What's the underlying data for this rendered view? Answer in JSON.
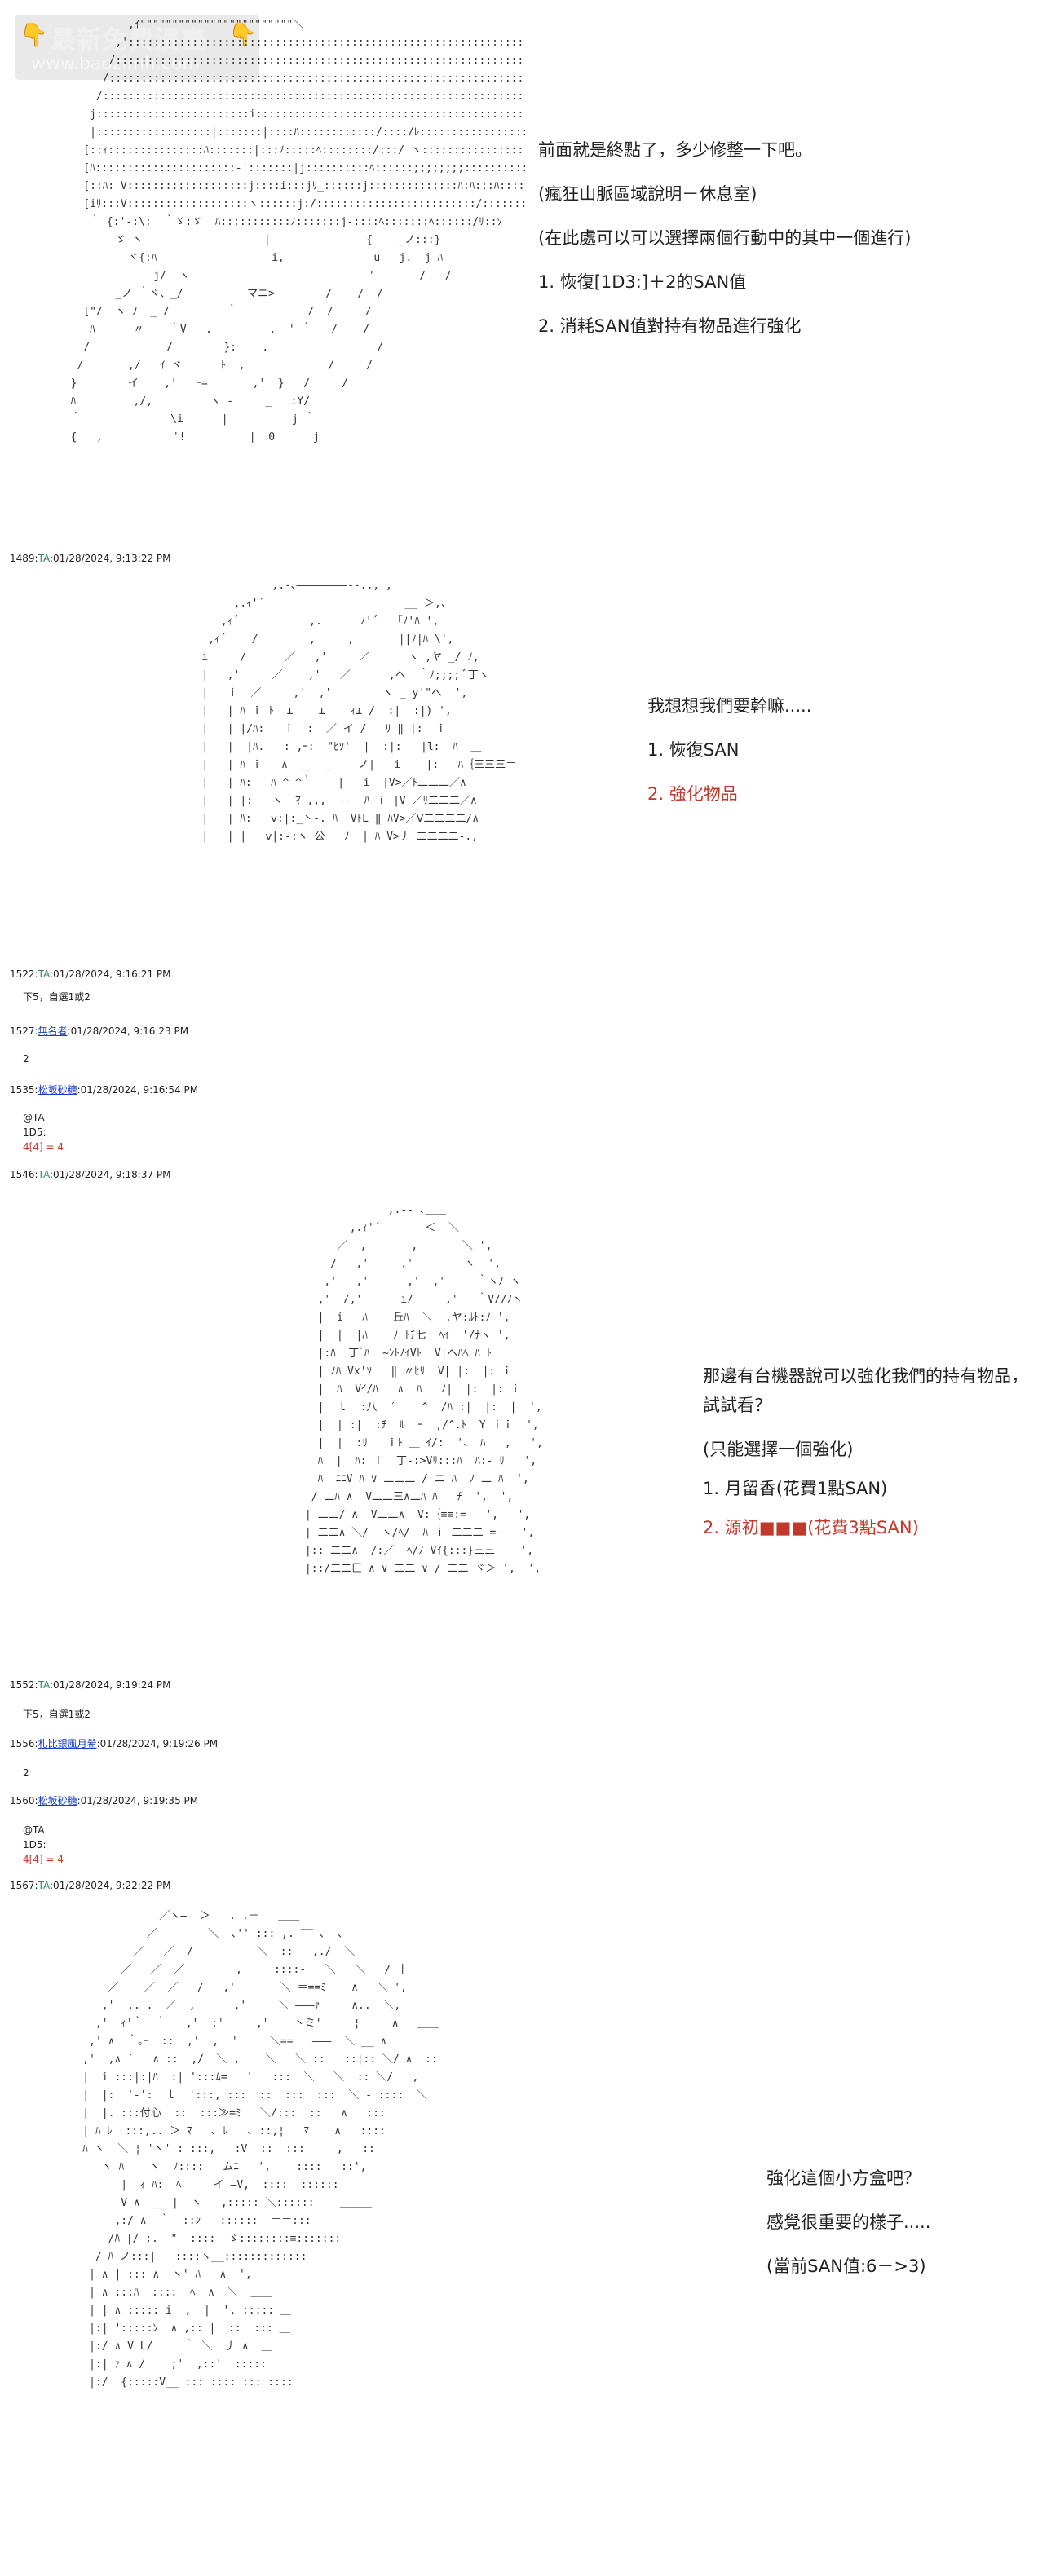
{
  "watermark": {
    "title": "最新免費漫畫",
    "url": "www.baozimh.com",
    "hand_icon": "👇"
  },
  "panels": [
    {
      "dialog": [
        {
          "text": "前面就是終點了，多少修整一下吧。"
        },
        {
          "text": "(瘋狂山脈區域說明－休息室)"
        },
        {
          "text": "(在此處可以可以選擇兩個行動中的其中一個進行)"
        },
        {
          "text": "1. 恢復[1D3:]＋2的SAN值"
        },
        {
          "text": "2. 消耗SAN值對持有物品進行強化"
        }
      ],
      "aa": [
        "                 ,ｲ\"\"\"\"\"\"\"\"\"\"\"\"\"\"\"\"\"\"\"\"\"\"\"\"＼",
        "               ,'::::::::::::::::::::::::::::::::::::::::::::::::::::::::::::::ヽ",
        "              /::::::::::::::::::::::::::::::::::::::::::::::::::::::::::::::::::::::',",
        "             /::::::::::::::::::::::::::::::::::::::::::::::::::::::::::::::::::::::::ヽ",
        "            /:::::::::::::::::::::::::::::::::::::::::::::::::::::::::::::::::::::::::::::',",
        "           j::::::::::::::::::::::::i::::::::::::::::::::::::::::::::::::::::::::::::::::::}",
        "           |::::::::::::::::::|:::::::|::::ﾊ::::::::::::/::::/ﾚ:::::::::::::::::::::::::::ﾍﾘ",
        "          [::ｨ:::::::::::::::ﾊ:::::::|:::ﾉ:::::ﾍ::::::::/:::/ ヽ::::::::::::::::::::::ﾘ",
        "          [ﾊ::::::::::::::::::::::-':::::::|j::::::::::ﾍ::::::;;;;;;;;:::::::::::::::::::ﾘ",
        "          [::ﾊ: V:::::::::::::::::::j::::i:::jﾘ_::::::j::::::::::::::ﾊ:ﾊ:::ﾊ:::::::::::ﾘ",
        "          [iﾘ:::V:::::::::::::::::::ヽ::::::j:/:::::::::::::::::::::::::/::::::::::::ﾊ",
        "           ｀ {:'-:\\:  ｀ゞ:ゞ  ﾊ:::::::::::ﾉ:::::::j-::::ﾍ:::::::ﾍ::::::/ﾘ::ｿ",
        "               ゞ-ヽ                   |               {    _ノ:::}",
        "                 ヾ{:ﾊ                  i,              u   j.  j ﾊ",
        "                     j/  ヽ                            '       /   /",
        "               _ノ ｀ヾ、_/          マニ>        /    /  /",
        "          [\"/  ヽ ﾉ  _ /         ｀           /  /     /",
        "           ﾊ      〃    ｀V   .         ,  ' ｀   /    /",
        "          /            /        }:    .                 /",
        "         /       ,/   ｲ ヾ      ﾄ  ,             /     /",
        "        }        イ    ,'   ｰ=       ,'  }   /     /",
        "        ﾊ         ,/,         ヽ -     _   :Y/",
        "        ｀              \\i      |          j ｀",
        "        {   ,           '!          |  0      j"
      ],
      "post": {
        "num": "1489:",
        "name": "TA",
        "date": ":01/28/2024, 9:13:22 PM"
      }
    },
    {
      "dialog": [
        {
          "text": "我想想我們要幹嘛....."
        },
        {
          "text": "1. 恢復SAN"
        },
        {
          "text": "2. 強化物品",
          "red": true
        }
      ],
      "aa": [
        "                          ,.-､――――――――--.., ,",
        "                    ,.ｨ'´                      __ ＞,、",
        "                  ,ｨ´           ,.      ﾉ'´   ｢ﾉ'ﾊ ',",
        "                ,ｨ´    /        ,     ,       ||ﾉ|ﾊ \\',",
        "               i     /      ／   ,'     ／      ヽ ,ヤ _/ ﾉ,",
        "               |   ,'     ／    ,'   ／      ,へ  ｀ﾉ;;;; ﾞ丁ヽ",
        "               |   ｉ  ／     ,'  ,'        ヽ _ y'\"へ  ',",
        "               |   | ﾊ ｉ ﾄ  ⊥    ⊥    ｨ⊥ /  :|  :|) ',",
        "               |   | |/ﾊ:   ｉ  :  ／ イ /   ﾘ ‖ |:  ｉ",
        "               |   |  |ﾊ.   : ,ｰ:  \"ﾋｿ'  |  :|:   |l:  ﾊ  ＿",
        "               |   | ﾊ ｉ   ∧  __  _    ノ|   i    |:   ﾊ｛三三三＝-",
        "               |   | ﾊ:   ﾊ ^ ^｀    |   i  |V>／ﾄ二二二／∧",
        "               |   | |:   ヽ  ﾏ ,,,  --  ﾊ ｉ |V ／ﾘ二二二／∧",
        "               |   | ﾊ:   ⅴ:|:_丶-. ﾊ  VﾄL ‖ ﾊV>／Ⅴ二二二二/∧",
        "               |   | |   ⅴ|:-:ヽ 公   ﾉ  | ﾊ V>丿 二二二二-.,"
      ],
      "post": {
        "num": "1522:",
        "name": "TA",
        "date": ":01/28/2024, 9:16:21 PM"
      }
    },
    {
      "dialog": [
        {
          "text": "那邊有台機器說可以強化我們的持有物品，"
        },
        {
          "text": "試試看？"
        },
        {
          "text": "(只能選擇一個強化)"
        },
        {
          "text": "1. 月留香(花費1點SAN)"
        },
        {
          "text": "2. 源初■■■(花費3點SAN)",
          "red": true
        }
      ],
      "aa": [
        "                         ,.-- ､＿＿",
        "                   ,.ｨ'´       ＜  ＼",
        "                 ／  ,       ,       ＼ ',",
        "                /   ,'     ,'        ヽ  ',",
        "               ,'   ,'      ,'  ,'     ｀ヽﾉ‾ヽ",
        "              ,'  /,'      i/     ,'   ｀V//ﾉヽ",
        "              |  i   ﾊ    丘ﾊ  ＼  .ヤ:ﾙﾄ:ﾉ ',",
        "              |  |  |ﾊ    ﾉ ﾄﾁ七  ﾍｲ  '/ﾅヽ ',",
        "              |:ﾊ  丁ﾞﾊ  ~ﾝﾄﾉｲVﾄ  V|ヘﾊﾍ ﾊ ﾄ",
        "              | ﾉﾊ Vx'ｿ   ‖ 〃ﾋﾘ  V| |:  |: ｉ",
        "              |  ﾊ  Vｲ/ﾊ   ∧  ﾊ   ﾉ|  |:  |: ｉ",
        "              |  ｌ  :八  ′    ^  /ﾊ :|  |:  |  ',",
        "              |  | :|  :ﾁ  ﾙ  ｰ  ,/^.ﾄ  Y ｉｉ  ',",
        "              |  |  :ﾘ   ｉﾄ ＿ ｲ/:  '、 ﾊ   ,   ',",
        "              ﾊ  |  ﾊ: ｉ  丁-:>Vﾘ:::ﾊ  ﾊ:- ﾘ   ',",
        "              ﾊ  ﾆﾆV ﾊ ∨ 二二二 / ニ ﾊ  ﾉ 二 ﾊ  ',",
        "             / 二ﾊ ∧  V二二三∧二ﾊ ﾊ   ﾁ  ',  ',",
        "            | 二二/ ∧  V二二∧  V:｛≡≡:=-  ',   ',",
        "            | 二二∧ ＼/  ヽ/ﾍ/  ﾊ ｉ 二二二 =-   ',",
        "            |:: 二二∧  /:／  ﾍ/ﾉ Vｲ{:::}三三    ',",
        "            |::/二二匚 ∧ ∨ 二二 ∨ / 二二 ヾ＞ ',  ',"
      ],
      "post": {
        "num": "1552:",
        "name": "TA",
        "date": ":01/28/2024, 9:19:24 PM"
      }
    },
    {
      "dialog": [
        {
          "text": "強化這個小方盒吧？"
        },
        {
          "text": "感覺很重要的樣子....."
        },
        {
          "text": "(當前SAN值:6－>3)"
        }
      ],
      "aa": [
        "                ／ヽ—  ＞   . .－   ＿＿",
        "              ／        ＼  ､'' ::: ,. ‾‾ ､  ､",
        "            ／   ／  /          ＼  ::   ,./  ＼",
        "          ／   ／  ／        ,     ::::-   ＼   ＼   / 丨",
        "        ／    ／  ／   /   ,'       ＼ ＝==ﾐ    ∧   ＼ ',",
        "       ,'  ,. .  ／  ,      ,'     ＼ ―――ｧ     ∧..  ＼,",
        "      ,'  ｨ'｀  ｀   ,'  :'     ,'    丶ミ'     ¦     ∧   ＿＿",
        "     ,' ∧  ｀｡ｰ  ::  ,'  ,  '     ＼==   ―――  ＼ __ ∧",
        "    ,'  ,∧ ′   ∧ ::  ,/  ＼ ,    ＼   ＼ ::   ::¦:: ＼/ ∧  ::",
        "    |  i :::|:|ﾊ  :| ':::ﾑ=   ′   :::  ＼   ＼  :: ＼/  ',",
        "    |  |:  '-':  ｌ  ':::, :::  ::  :::  :::  ＼ ‐ ::::  ＼ ",
        "    |  |. :::付心  ::  :::≫=ﾐ   ＼/:::  ::   ∧   :::",
        "    | ﾊ ﾚ  :::,.. ＞ ﾏ   ､ ﾚ   ､ ::,¦   ﾏ    ∧   ::::",
        "    ﾊ ヽ  ＼ ¦ 'ヽ' : :::,   :V  ::  :::     ,   ::",
        "       ヽ ﾊ    ヽ  ﾉ::::   ムﾆ   ',    ::::   ::',",
        "          |  ｨ ﾊ:  ﾍ     イ ―V,  ::::  ::::::",
        "          V ∧  __ |  ヽ   ,::::: ＼::::::    ＿＿＿",
        "         ,:/ ∧  ｀  ::ﾝ   ::::::  ＝＝:::  ＿＿",
        "        /ﾊ |/ :.  \"  ::::  ゞ::::::::≡::::::: ＿＿＿",
        "      / ﾊ ノ:::|   ::::ヽ__:::::::::::::",
        "     | ∧ | ::: ∧  ヽ' ﾊ   ∧  ',",
        "     | ∧ :::ﾊ  ::::  ﾍ  ∧  ＼  ＿＿",
        "     | | ∧ ::::: i  ,  |  ', ::::: ＿",
        "     |:| ':::::ﾝ  ∧ ,:: |  ::  ::: ＿",
        "     |:/ ∧ V L/     ｀ ＼  丿 ∧  ＿",
        "     |:| ｧ ∧ /    ;'  ,::'  :::::",
        "     |:/  {:::::V__ ::: :::: ::: ::::"
      ],
      "post": {
        "num": "1567:",
        "name": "TA",
        "date": ":01/28/2024, 9:22:22 PM"
      }
    }
  ],
  "replies_1": [
    {
      "num": "1527:",
      "name": "無名者",
      "date": ":01/28/2024, 9:16:23 PM",
      "body": [
        "2"
      ]
    },
    {
      "num": "1535:",
      "name": "松坂砂糖",
      "date": ":01/28/2024, 9:16:54 PM",
      "body": [
        "@TA",
        "1D5:",
        "4[4] = 4"
      ]
    },
    {
      "num": "1546:",
      "name": "TA",
      "date": ":01/28/2024, 9:18:37 PM",
      "body": []
    }
  ],
  "replies_2": [
    {
      "num": "1556:",
      "name": "札比銀風月希",
      "date": ":01/28/2024, 9:19:26 PM",
      "body": [
        "2"
      ]
    },
    {
      "num": "1560:",
      "name": "松坂砂糖",
      "date": ":01/28/2024, 9:19:35 PM",
      "body": [
        "@TA",
        "1D5:",
        "4[4] = 4"
      ]
    }
  ],
  "ta_note_1": "下5，自選1或2",
  "ta_note_2": "下5，自選1或2"
}
